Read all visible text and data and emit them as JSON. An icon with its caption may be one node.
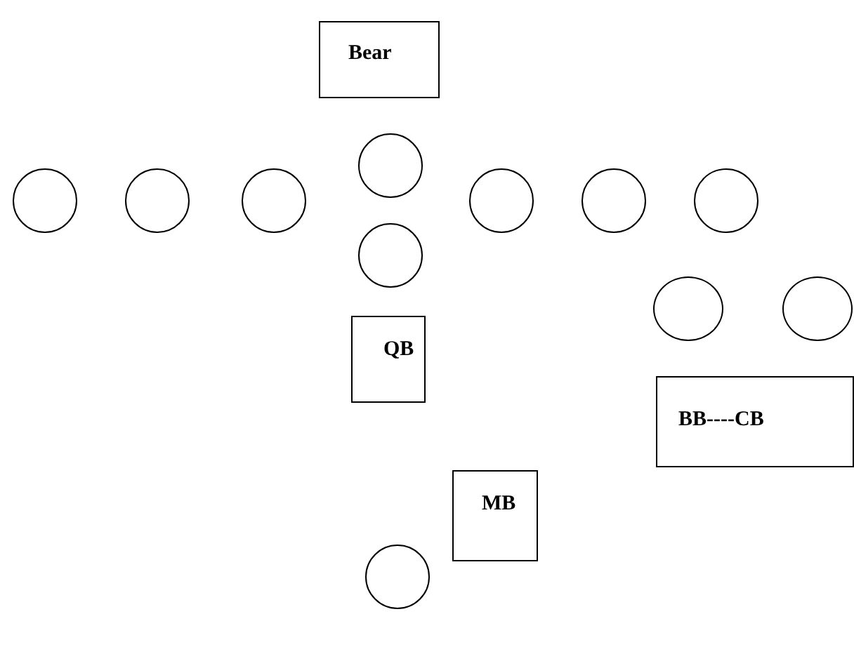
{
  "diagram": {
    "nodes": [
      {
        "text": [
          "Bear"
        ]
      },
      {
        "text": [],
        "shape": "circle"
      },
      {
        "text": [],
        "shape": "circle"
      },
      {
        "text": [],
        "shape": "circle"
      },
      {
        "text": [],
        "shape": "circle"
      },
      {
        "text": [],
        "shape": "circle"
      },
      {
        "text": [],
        "shape": "circle"
      },
      {
        "text": [],
        "shape": "circle"
      },
      {
        "text": [],
        "shape": "circle"
      },
      {
        "text": [],
        "shape": "circle"
      },
      {
        "text": [],
        "shape": "circle"
      },
      {
        "text": [
          "QB"
        ]
      },
      {
        "text": [
          "BB----CB"
        ]
      },
      {
        "text": [
          "MB"
        ]
      },
      {
        "text": [],
        "shape": "circle"
      }
    ],
    "edges": []
  }
}
